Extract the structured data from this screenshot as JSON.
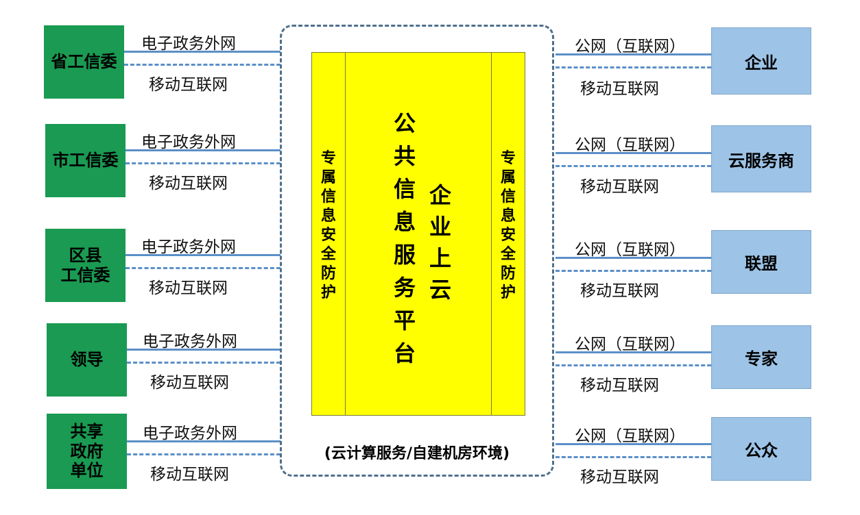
{
  "left_nodes": [
    {
      "lines": [
        "省工信委"
      ]
    },
    {
      "lines": [
        "市工信委"
      ]
    },
    {
      "lines": [
        "区县",
        "工信委"
      ]
    },
    {
      "lines": [
        "领导"
      ]
    },
    {
      "lines": [
        "共享",
        "政府",
        "单位"
      ]
    }
  ],
  "right_nodes": [
    {
      "lines": [
        "企业"
      ]
    },
    {
      "lines": [
        "云服务商"
      ]
    },
    {
      "lines": [
        "联盟"
      ]
    },
    {
      "lines": [
        "专家"
      ]
    },
    {
      "lines": [
        "公众"
      ]
    }
  ],
  "left_links": {
    "solid_label": "电子政务外网",
    "dashed_label": "移动互联网"
  },
  "right_links": {
    "solid_label": "公网（互联网）",
    "dashed_label": "移动互联网"
  },
  "platform": {
    "left_column": "专属信息安全防护",
    "center_column": "公共信息服务平台",
    "center_column_2": "企业上云",
    "right_column": "专属信息安全防护",
    "caption": "(云计算服务/自建机房环境)"
  },
  "colors": {
    "left_box": "#1a9a52",
    "right_box": "#9dc3e6",
    "platform": "#ffff00",
    "line": "#5b8fc7"
  }
}
